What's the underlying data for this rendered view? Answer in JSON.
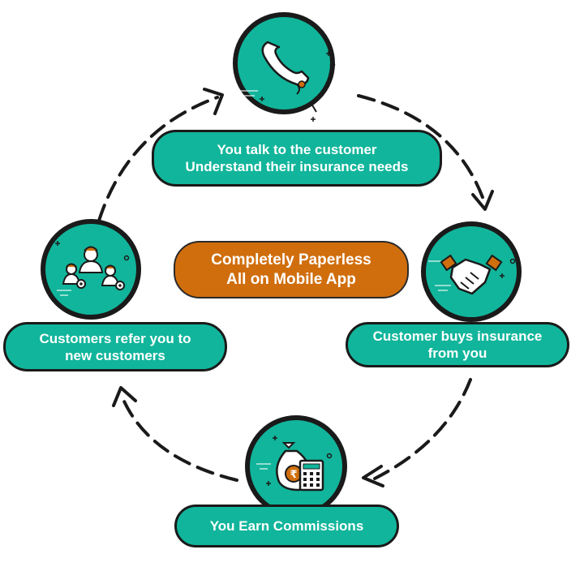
{
  "center": {
    "line1": "Completely Paperless",
    "line2": "All on Mobile App"
  },
  "steps": [
    {
      "icon": "phone-icon",
      "line1": "You talk to the customer",
      "line2": "Understand their insurance needs"
    },
    {
      "icon": "handshake-icon",
      "line1": "Customer buys insurance",
      "line2": "from you"
    },
    {
      "icon": "money-bag-calculator-icon",
      "line1": "You Earn Commissions",
      "line2": ""
    },
    {
      "icon": "people-referral-icon",
      "line1": "Customers refer you to",
      "line2": "new customers"
    }
  ],
  "colors": {
    "teal": "#11b59b",
    "orange": "#d06e0d",
    "outline": "#1a1a1a"
  }
}
